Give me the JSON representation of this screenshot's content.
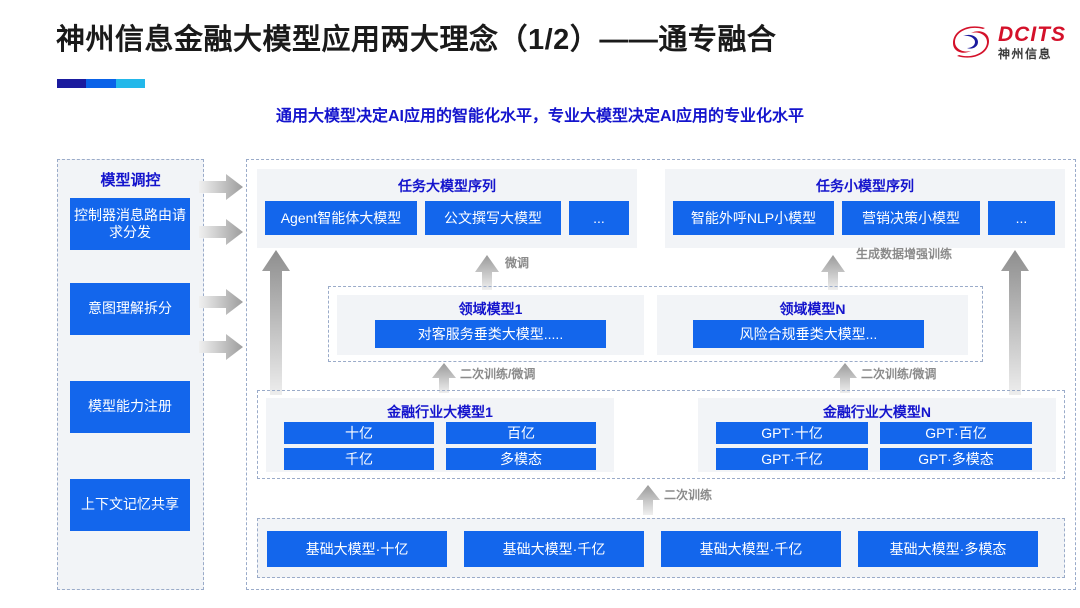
{
  "header": {
    "title": "神州信息金融大模型应用两大理念（1/2）——通专融合",
    "subtitle": "通用大模型决定AI应用的智能化水平，专业大模型决定AI应用的专业化水平",
    "logo_en": "DCITS",
    "logo_cn": "神州信息",
    "accent_colors": [
      "#1b1b9e",
      "#0a62e8",
      "#23b8ea"
    ]
  },
  "colors": {
    "brand_blue": "#1366ec",
    "title_blue": "#1414cd",
    "panel_gray": "#f2f4f7",
    "dashed_border": "#9aabc9",
    "arrow_gray": "#a8a8a8",
    "logo_red": "#d4112a"
  },
  "sidebar": {
    "title": "模型调控",
    "items": [
      {
        "label": "控制器消息路由请求分发"
      },
      {
        "label": "意图理解拆分"
      },
      {
        "label": "模型能力注册"
      },
      {
        "label": "上下文记忆共享"
      }
    ],
    "arrow_count": 4
  },
  "task_groups": [
    {
      "name": "任务大模型序列",
      "items": [
        {
          "label": "Agent智能体大模型"
        },
        {
          "label": "公文撰写大模型"
        },
        {
          "label": "..."
        }
      ]
    },
    {
      "name": "任务小模型序列",
      "items": [
        {
          "label": "智能外呼NLP小模型"
        },
        {
          "label": "营销决策小模型"
        },
        {
          "label": "..."
        }
      ]
    }
  ],
  "domain_groups": [
    {
      "name": "领域模型1",
      "items": [
        {
          "label": "对客服务垂类大模型....."
        }
      ]
    },
    {
      "name": "领域模型N",
      "items": [
        {
          "label": "风险合规垂类大模型..."
        }
      ]
    }
  ],
  "industry_groups": [
    {
      "name": "金融行业大模型1",
      "items": [
        {
          "label": "十亿"
        },
        {
          "label": "百亿"
        },
        {
          "label": "千亿"
        },
        {
          "label": "多模态"
        }
      ]
    },
    {
      "name": "金融行业大模型N",
      "items": [
        {
          "label": "GPT·十亿"
        },
        {
          "label": "GPT·百亿"
        },
        {
          "label": "GPT·千亿"
        },
        {
          "label": "GPT·多模态"
        }
      ]
    }
  ],
  "foundation_models": [
    {
      "label": "基础大模型·十亿"
    },
    {
      "label": "基础大模型·千亿"
    },
    {
      "label": "基础大模型·千亿"
    },
    {
      "label": "基础大模型·多模态"
    }
  ],
  "flow_labels": {
    "finetune": "微调",
    "data_augmentation": "生成数据增强训练",
    "retrain_finetune_left": "二次训练/微调",
    "retrain_finetune_right": "二次训练/微调",
    "retrain": "二次训练"
  }
}
